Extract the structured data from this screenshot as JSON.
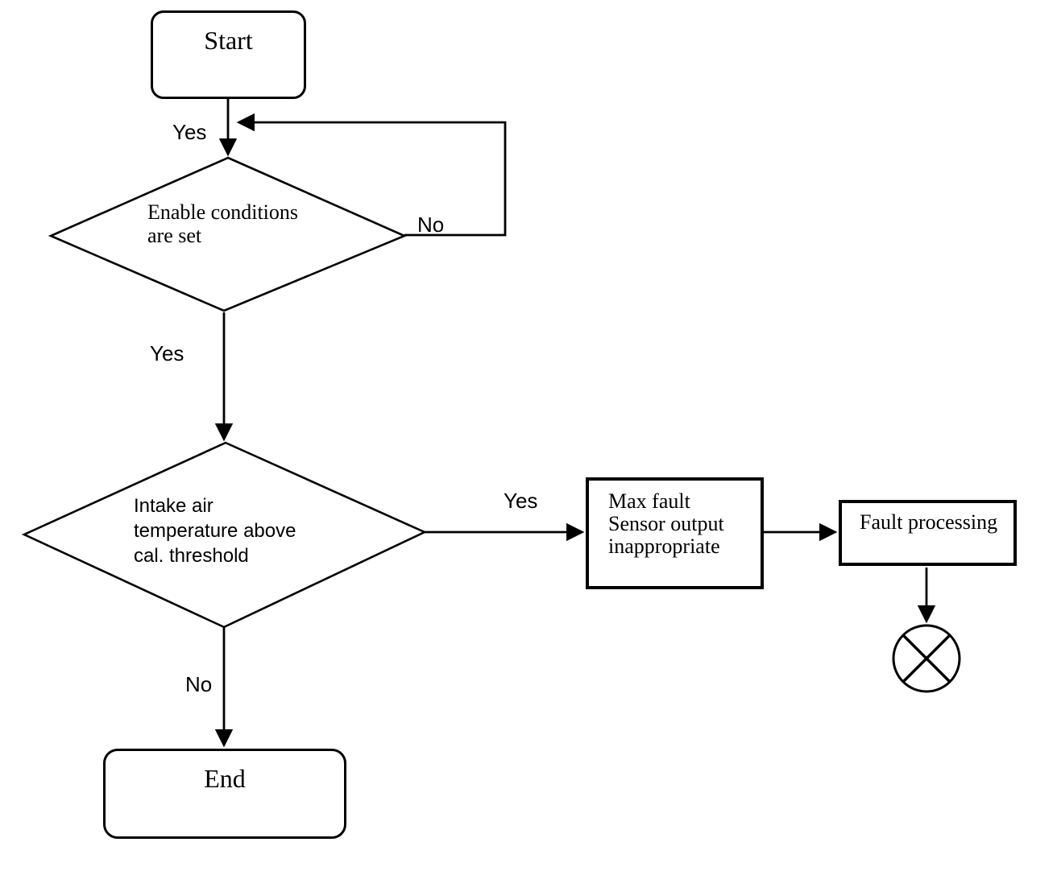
{
  "nodes": {
    "start": {
      "label": "Start"
    },
    "enable_conditions": {
      "lines": [
        "Enable conditions",
        "are set"
      ]
    },
    "intake_air": {
      "lines": [
        "Intake air",
        "temperature above",
        "cal. threshold"
      ]
    },
    "max_fault": {
      "lines": [
        "Max fault",
        "Sensor output",
        "inappropriate"
      ]
    },
    "fault_processing": {
      "label": "Fault processing"
    },
    "end": {
      "label": "End"
    }
  },
  "edge_labels": {
    "start_yes": "Yes",
    "enable_no": "No",
    "enable_yes": "Yes",
    "intake_yes": "Yes",
    "intake_no": "No"
  },
  "colors": {
    "line": "#000000",
    "background": "#ffffff"
  }
}
